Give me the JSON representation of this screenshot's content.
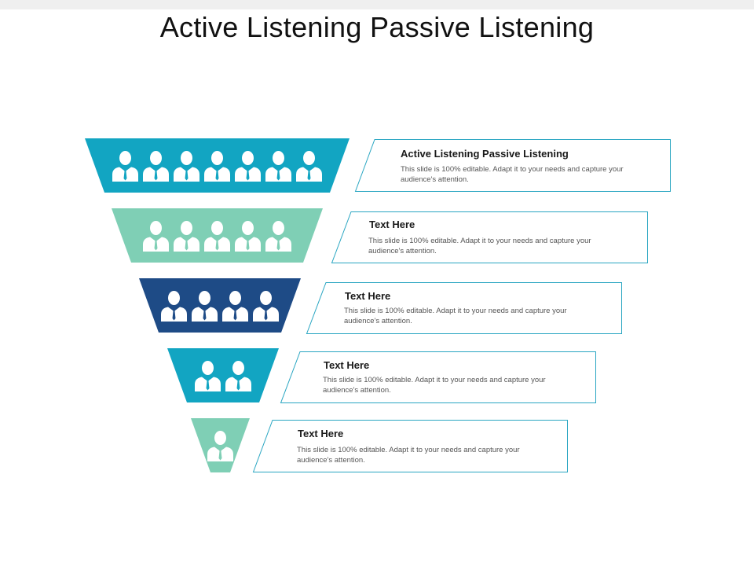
{
  "slide": {
    "title": "Active Listening Passive Listening"
  },
  "colors": {
    "tier1": "#12a5c2",
    "tier2": "#7fcfb5",
    "tier3": "#1e4b86",
    "tier4": "#12a5c2",
    "tier5": "#7fcfb5",
    "card_border": "#2aa6c2",
    "person": "#ffffff"
  },
  "icon": "person-silhouette-icon",
  "tiers": [
    {
      "people": 7
    },
    {
      "people": 5
    },
    {
      "people": 4
    },
    {
      "people": 2
    },
    {
      "people": 1
    }
  ],
  "cards": [
    {
      "heading": "Active Listening Passive Listening",
      "body": "This slide is 100% editable.  Adapt it to your needs and capture your audience's attention."
    },
    {
      "heading": "Text Here",
      "body": "This slide is 100% editable.  Adapt it to your needs and capture your audience's attention."
    },
    {
      "heading": "Text Here",
      "body": "This slide is 100% editable.  Adapt it to your needs and capture your audience's attention."
    },
    {
      "heading": "Text Here",
      "body": "This slide is 100% editable.  Adapt it to your needs and capture your audience's attention."
    },
    {
      "heading": "Text Here",
      "body": "This slide is 100% editable.  Adapt it to your needs and capture your audience's attention."
    }
  ]
}
